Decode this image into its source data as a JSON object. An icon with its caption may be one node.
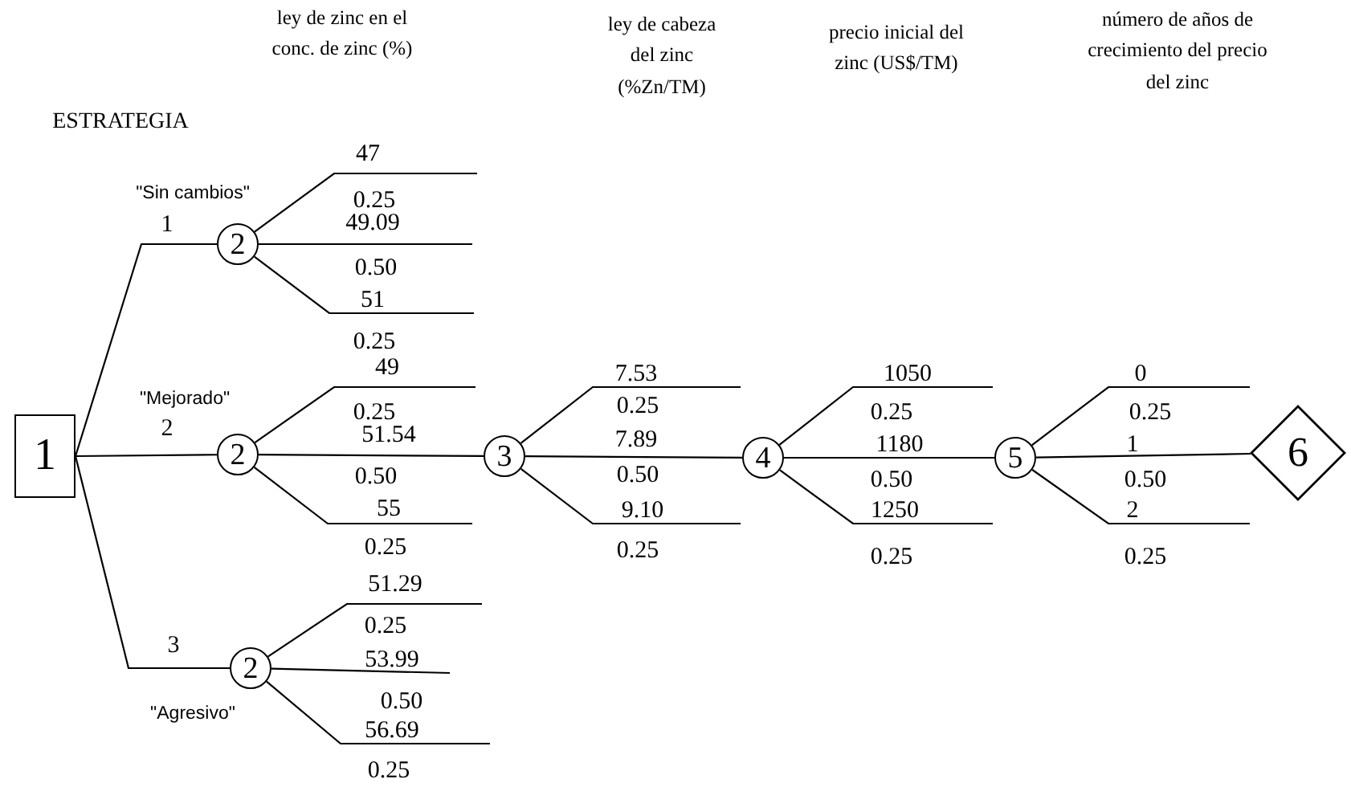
{
  "diagram": {
    "nodes": [
      {
        "text": [
          "1"
        ]
      },
      {
        "text": [
          "2"
        ]
      },
      {
        "text": [
          "2"
        ]
      },
      {
        "text": [
          "2"
        ]
      },
      {
        "text": [
          "3"
        ]
      },
      {
        "text": [
          "4"
        ]
      },
      {
        "text": [
          "5"
        ]
      },
      {
        "text": [
          "6"
        ]
      }
    ],
    "edges": [
      {
        "from": 0,
        "to": 1,
        "arrow": "none",
        "label": "1"
      },
      {
        "from": 0,
        "to": 2,
        "arrow": "none",
        "label": "2"
      },
      {
        "from": 0,
        "to": 3,
        "arrow": "none",
        "label": "3"
      },
      {
        "from": 1,
        "to": null,
        "arrow": "none",
        "label": "47"
      },
      {
        "from": 1,
        "to": null,
        "arrow": "none",
        "label": "49.09"
      },
      {
        "from": 1,
        "to": null,
        "arrow": "none",
        "label": "51"
      },
      {
        "from": 2,
        "to": null,
        "arrow": "none",
        "label": "49"
      },
      {
        "from": 2,
        "to": 4,
        "arrow": "none",
        "label": "51.54"
      },
      {
        "from": 2,
        "to": null,
        "arrow": "none",
        "label": "55"
      },
      {
        "from": 3,
        "to": null,
        "arrow": "none",
        "label": "51.29"
      },
      {
        "from": 3,
        "to": null,
        "arrow": "none",
        "label": "53.99"
      },
      {
        "from": 3,
        "to": null,
        "arrow": "none",
        "label": "56.69"
      },
      {
        "from": 4,
        "to": null,
        "arrow": "none",
        "label": "7.53"
      },
      {
        "from": 4,
        "to": 5,
        "arrow": "none",
        "label": "7.89"
      },
      {
        "from": 4,
        "to": null,
        "arrow": "none",
        "label": "9.10"
      },
      {
        "from": 5,
        "to": null,
        "arrow": "none",
        "label": "1050"
      },
      {
        "from": 5,
        "to": 6,
        "arrow": "none",
        "label": "1180"
      },
      {
        "from": 5,
        "to": null,
        "arrow": "none",
        "label": "1250"
      },
      {
        "from": 6,
        "to": null,
        "arrow": "none",
        "label": "0"
      },
      {
        "from": 6,
        "to": 7,
        "arrow": "none",
        "label": "1"
      },
      {
        "from": 6,
        "to": null,
        "arrow": "none",
        "label": "2"
      }
    ],
    "labels": [
      "ley de zinc en el conc. de zinc (%)",
      "ley de cabeza del zinc (%Zn/TM)",
      "precio inicial del zinc (US$/TM)",
      "número de años de crecimiento del precio del zinc",
      "ESTRATEGIA",
      "\"Sin cambios\"",
      "\"Mejorado\"",
      "\"Agresivo\"",
      "0.25",
      "0.50",
      "0.25",
      "0.25",
      "0.50",
      "0.25",
      "0.25",
      "0.50",
      "0.25",
      "0.25",
      "0.50",
      "0.25",
      "0.25",
      "0.50",
      "0.25",
      "0.25",
      "0.50",
      "0.25"
    ]
  }
}
